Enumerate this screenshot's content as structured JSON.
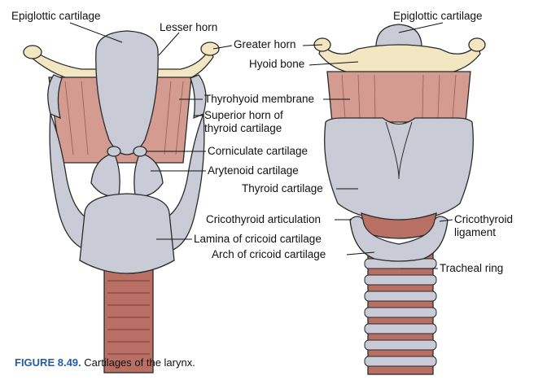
{
  "labels": {
    "epiglottic_left": "Epiglottic cartilage",
    "lesser_horn": "Lesser horn",
    "greater_horn": "Greater horn",
    "epiglottic_right": "Epiglottic cartilage",
    "hyoid_bone": "Hyoid bone",
    "thyrohyoid_membrane": "Thyrohyoid membrane",
    "superior_horn_1": "Superior horn of",
    "superior_horn_2": "thyroid cartilage",
    "corniculate": "Corniculate cartilage",
    "arytenoid": "Arytenoid cartilage",
    "thyroid": "Thyroid cartilage",
    "cricothyroid_articulation": "Cricothyroid articulation",
    "cricothyroid_ligament_1": "Cricothyroid",
    "cricothyroid_ligament_2": "ligament",
    "lamina_cricoid": "Lamina of cricoid cartilage",
    "arch_cricoid": "Arch of cricoid cartilage",
    "tracheal_ring": "Tracheal ring"
  },
  "caption": {
    "number": "FIGURE 8.49.",
    "text": "Cartilages of the larynx."
  },
  "colors": {
    "cartilage": "#c9ccd6",
    "outline": "#2a2a2a",
    "muscle": "#d49b90",
    "bone": "#f2e7c2",
    "trachea": "#b86f64",
    "caption_accent": "#1f5fa8"
  }
}
